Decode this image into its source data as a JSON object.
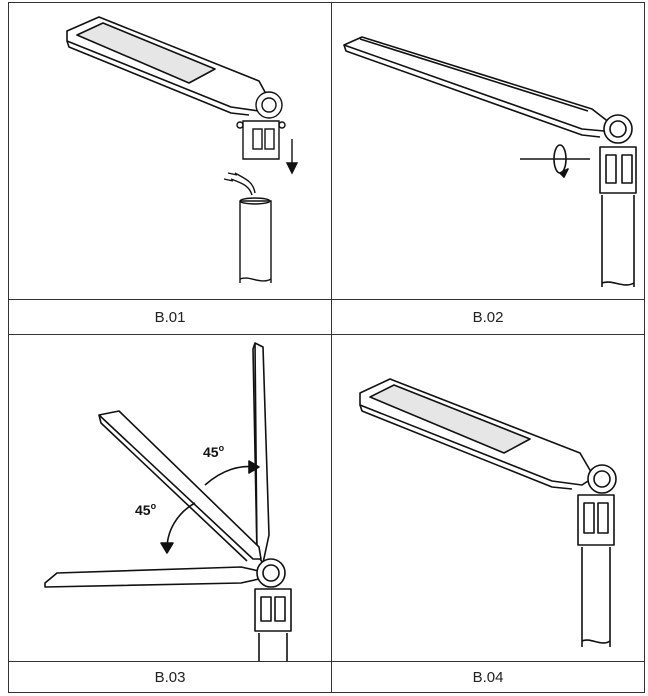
{
  "panels": [
    {
      "caption": "B.01"
    },
    {
      "caption": "B.02"
    },
    {
      "caption": "B.03",
      "angles": [
        "45",
        "45"
      ],
      "angle_unit": "o"
    },
    {
      "caption": "B.04"
    }
  ]
}
